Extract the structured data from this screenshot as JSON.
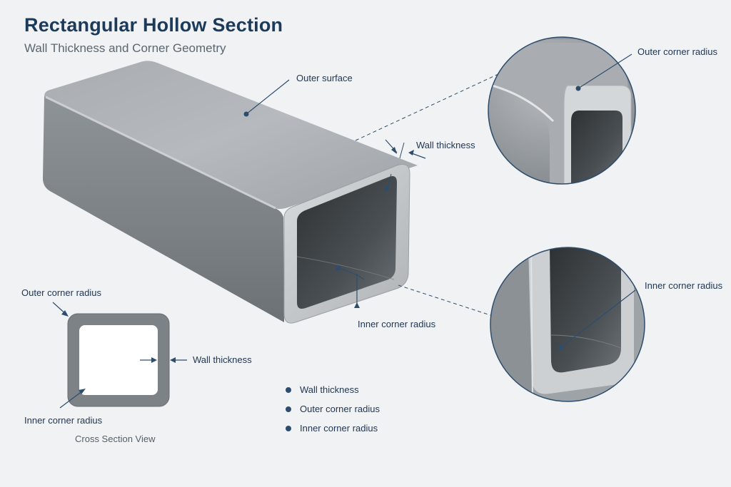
{
  "header": {
    "title": "Rectangular Hollow Section",
    "subtitle": "Wall Thickness and Corner Geometry"
  },
  "callouts": {
    "outer_surface": "Outer surface",
    "wall_thickness": "Wall thickness",
    "inner_corner_radius": "Inner corner radius",
    "detail_outer_corner_radius": "Outer corner radius",
    "detail_inner_corner_radius": "Inner corner radius"
  },
  "cross_section": {
    "caption": "Cross Section View",
    "outer_corner_radius": "Outer corner radius",
    "wall_thickness": "Wall thickness",
    "inner_corner_radius": "Inner corner radius"
  },
  "legend": {
    "items": [
      {
        "label": "Wall thickness"
      },
      {
        "label": "Outer corner radius"
      },
      {
        "label": "Inner corner radius"
      }
    ]
  },
  "colors": {
    "accent": "#1c3a5a",
    "steel_light": "#b9bdc1",
    "steel_mid": "#8d9296",
    "steel_dark": "#5e6266",
    "leader": "#2e4d6d"
  }
}
